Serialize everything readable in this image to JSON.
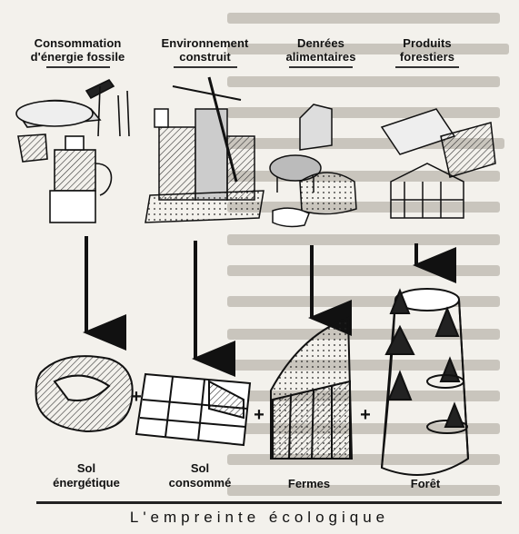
{
  "sources": [
    {
      "id": "fossil",
      "line1": "Consommation",
      "line2": "d'énergie fossile"
    },
    {
      "id": "built",
      "line1": "Environnement",
      "line2": "construit"
    },
    {
      "id": "food",
      "line1": "Denrées",
      "line2": "alimentaires"
    },
    {
      "id": "forest",
      "line1": "Produits",
      "line2": "forestiers"
    }
  ],
  "destinations": [
    {
      "id": "energy-land",
      "line1": "Sol",
      "line2": "énergétique"
    },
    {
      "id": "built-land",
      "line1": "Sol",
      "line2": "consommé"
    },
    {
      "id": "farms",
      "line1": "Fermes",
      "line2": ""
    },
    {
      "id": "forest-land",
      "line1": "Forêt",
      "line2": ""
    }
  ],
  "operators": [
    "+",
    "+",
    "+"
  ],
  "caption": "L'empreinte écologique"
}
